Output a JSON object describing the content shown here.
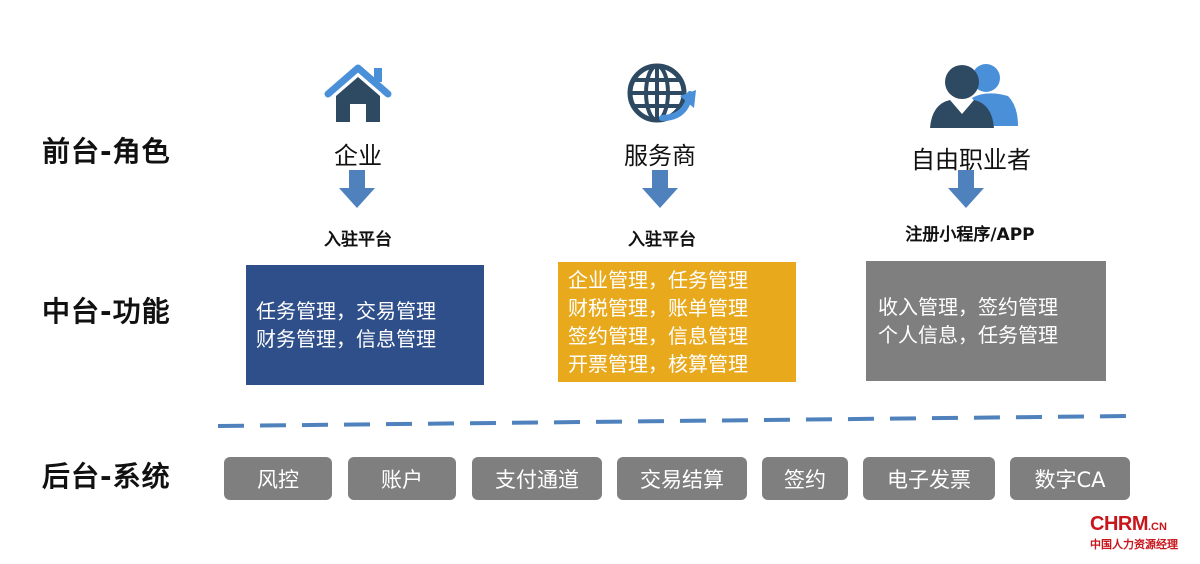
{
  "colors": {
    "icon_blue": "#2e4a63",
    "accent_blue": "#4a90d9",
    "arrow_blue": "#4f81bd",
    "box_navy": "#2f4f8a",
    "box_gold": "#e8a91d",
    "box_gray": "#7f7f7f",
    "logo_red": "#c8161d"
  },
  "rows": {
    "front": "前台-角色",
    "middle": "中台-功能",
    "back": "后台-系统"
  },
  "roles": [
    {
      "icon": "house-icon",
      "name": "企业",
      "entry": "入驻平台",
      "functions": [
        "任务管理，交易管理",
        "财务管理，信息管理"
      ]
    },
    {
      "icon": "globe-icon",
      "name": "服务商",
      "entry": "入驻平台",
      "functions": [
        "企业管理，任务管理",
        "财税管理，账单管理",
        "签约管理，信息管理",
        "开票管理，核算管理"
      ]
    },
    {
      "icon": "users-icon",
      "name": "自由职业者",
      "entry": "注册小程序/APP",
      "functions": [
        "收入管理，签约管理",
        "个人信息，任务管理"
      ]
    }
  ],
  "systems": [
    "风控",
    "账户",
    "支付通道",
    "交易结算",
    "签约",
    "电子发票",
    "数字CA"
  ],
  "logo": {
    "main": "CHRM",
    "suffix": ".CN",
    "subtitle": "中国人力资源经理"
  }
}
